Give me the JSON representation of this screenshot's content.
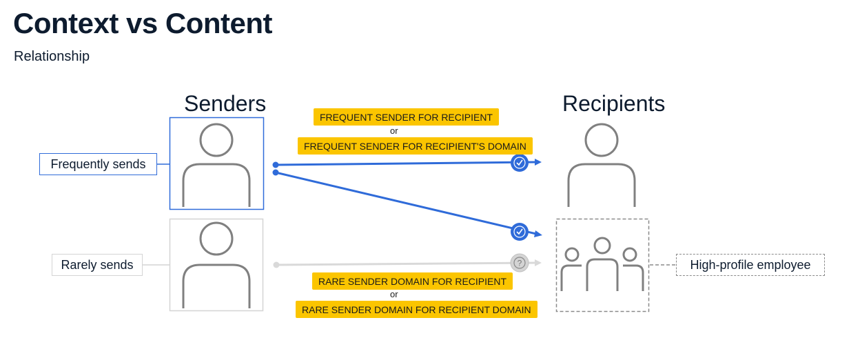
{
  "header": {
    "title": "Context vs Content",
    "subtitle": "Relationship"
  },
  "diagram": {
    "senders_heading": "Senders",
    "recipients_heading": "Recipients",
    "frequent_label": "Frequently sends",
    "rare_label": "Rarely sends",
    "high_profile_label": "High-profile employee",
    "frequent_tags": {
      "first": "FREQUENT SENDER FOR RECIPIENT",
      "connector": "or",
      "second": "FREQUENT SENDER FOR RECIPIENT'S DOMAIN"
    },
    "rare_tags": {
      "first": "RARE SENDER DOMAIN FOR RECIPIENT",
      "connector": "or",
      "second": "RARE SENDER DOMAIN FOR RECIPIENT DOMAIN"
    },
    "status_icons": [
      "check-circle-icon",
      "check-circle-icon",
      "question-circle-icon"
    ]
  },
  "colors": {
    "blue": "#2f6bd9",
    "yellow": "#fbc500",
    "gray": "#8a8a8a",
    "light_gray": "#d4d4d4",
    "ink": "#0d1b2e"
  }
}
